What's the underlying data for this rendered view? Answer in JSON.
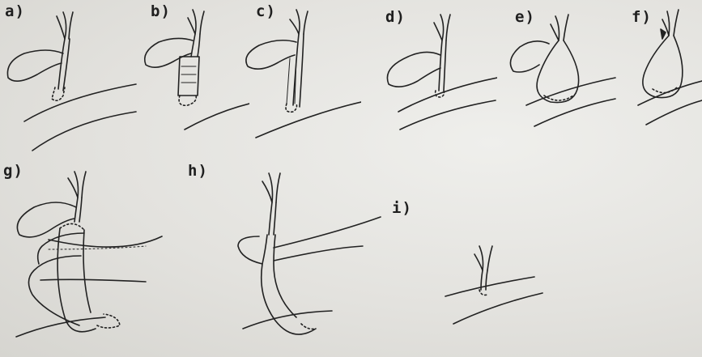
{
  "panels": [
    {
      "id": "a",
      "label": "a)"
    },
    {
      "id": "b",
      "label": "b)"
    },
    {
      "id": "c",
      "label": "c)"
    },
    {
      "id": "d",
      "label": "d)"
    },
    {
      "id": "e",
      "label": "e)"
    },
    {
      "id": "f",
      "label": "f)"
    },
    {
      "id": "g",
      "label": "g)"
    },
    {
      "id": "h",
      "label": "h)"
    },
    {
      "id": "i",
      "label": "i)"
    }
  ]
}
